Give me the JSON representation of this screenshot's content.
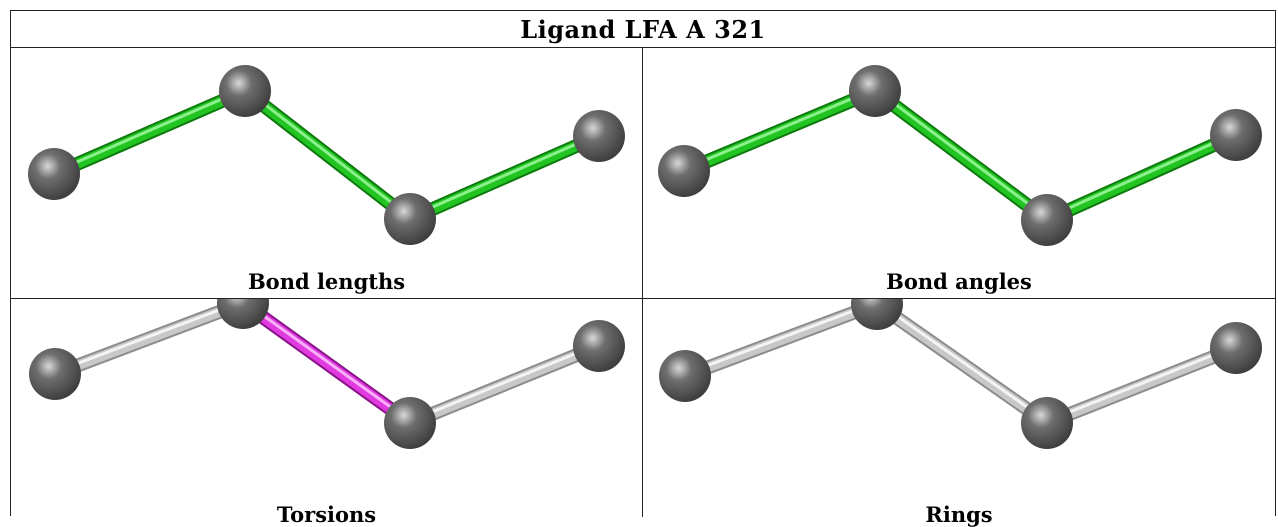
{
  "title": "Ligand LFA A 321",
  "panels": [
    {
      "caption": "Bond lengths",
      "bond_colors": [
        "green",
        "green",
        "green"
      ]
    },
    {
      "caption": "Bond angles",
      "bond_colors": [
        "green",
        "green",
        "green"
      ]
    },
    {
      "caption": "Torsions",
      "bond_colors": [
        "gray",
        "magenta",
        "gray"
      ]
    },
    {
      "caption": "Rings",
      "bond_colors": [
        "gray",
        "gray",
        "gray"
      ]
    }
  ],
  "colors": {
    "green": "#22c422",
    "magenta": "#e03ae0",
    "gray": "#c8c8c8",
    "atom": "#6e6e6e"
  }
}
